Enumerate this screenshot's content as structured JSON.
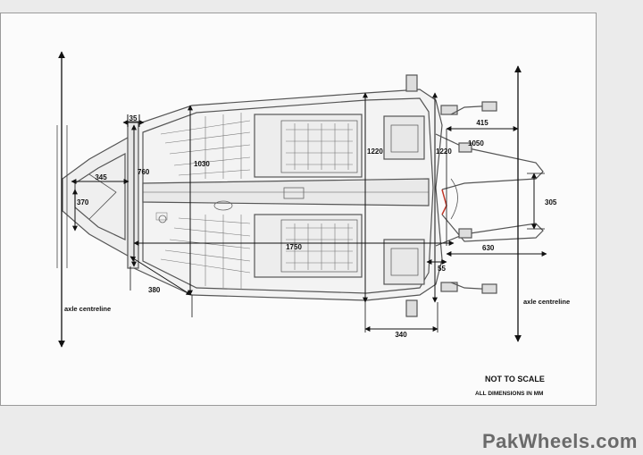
{
  "notes": {
    "scale": "NOT TO SCALE",
    "units": "ALL DIMENSIONS IN MM"
  },
  "labels": {
    "axle_front": "axle centreline",
    "axle_rear": "axle centreline"
  },
  "dimensions": {
    "d35": "35",
    "d345": "345",
    "d370": "370",
    "d760": "760",
    "d1030": "1030",
    "d380": "380",
    "d1220a": "1220",
    "d1220b": "1220",
    "d1750": "1750",
    "d415": "415",
    "d1050": "1050",
    "d305": "305",
    "d630": "630",
    "d55": "55",
    "d340": "340"
  },
  "watermark": "PakWheels.com",
  "colors": {
    "line": "#2a2a2a",
    "frame": "#555555",
    "accent": "#c0392b"
  }
}
